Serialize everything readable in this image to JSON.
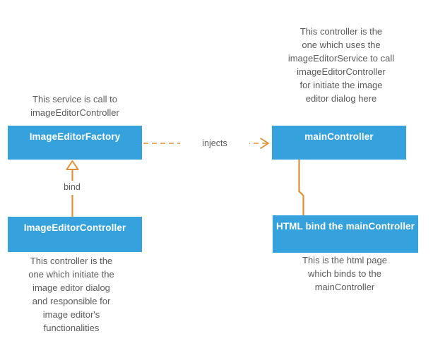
{
  "diagram": {
    "type": "architecture-flow",
    "background_color": "#ffffff",
    "node_fill": "#35a2dd",
    "node_text_color": "#ffffff",
    "connector_color": "#df8f34",
    "annotation_text_color": "#5a5a5a",
    "nodes": [
      {
        "id": "image-editor-factory",
        "label": "ImageEditorFactory",
        "annotation": "This service is call to\nimageEditorController",
        "annotation_position": "above"
      },
      {
        "id": "main-controller",
        "label": "mainController",
        "annotation": "This controller is the\none which uses the\nimageEditorService to call\nimageEditorController\nfor initiate the image\neditor dialog here",
        "annotation_position": "above"
      },
      {
        "id": "image-editor-controller",
        "label": "ImageEditorController",
        "annotation": "This controller is the\none which initiate the\nimage editor dialog\nand responsible for\nimage editor's\nfunctionalities",
        "annotation_position": "below"
      },
      {
        "id": "html-bind-main-controller",
        "label": "HTML bind the mainController",
        "annotation": "This is the html page\nwhich binds to the\nmainController",
        "annotation_position": "below"
      }
    ],
    "edges": [
      {
        "id": "injects",
        "label": "injects",
        "from": "image-editor-factory",
        "to": "main-controller",
        "style": "dashed",
        "arrowhead": "open-arrow",
        "direction": "left-to-right"
      },
      {
        "id": "bind",
        "label": "bind",
        "from": "image-editor-controller",
        "to": "image-editor-factory",
        "style": "solid",
        "arrowhead": "hollow-triangle",
        "direction": "bottom-to-top"
      },
      {
        "id": "main-controller-to-html",
        "label": "",
        "from": "main-controller",
        "to": "html-bind-main-controller",
        "style": "solid",
        "arrowhead": "none",
        "direction": "top-to-bottom"
      }
    ]
  }
}
